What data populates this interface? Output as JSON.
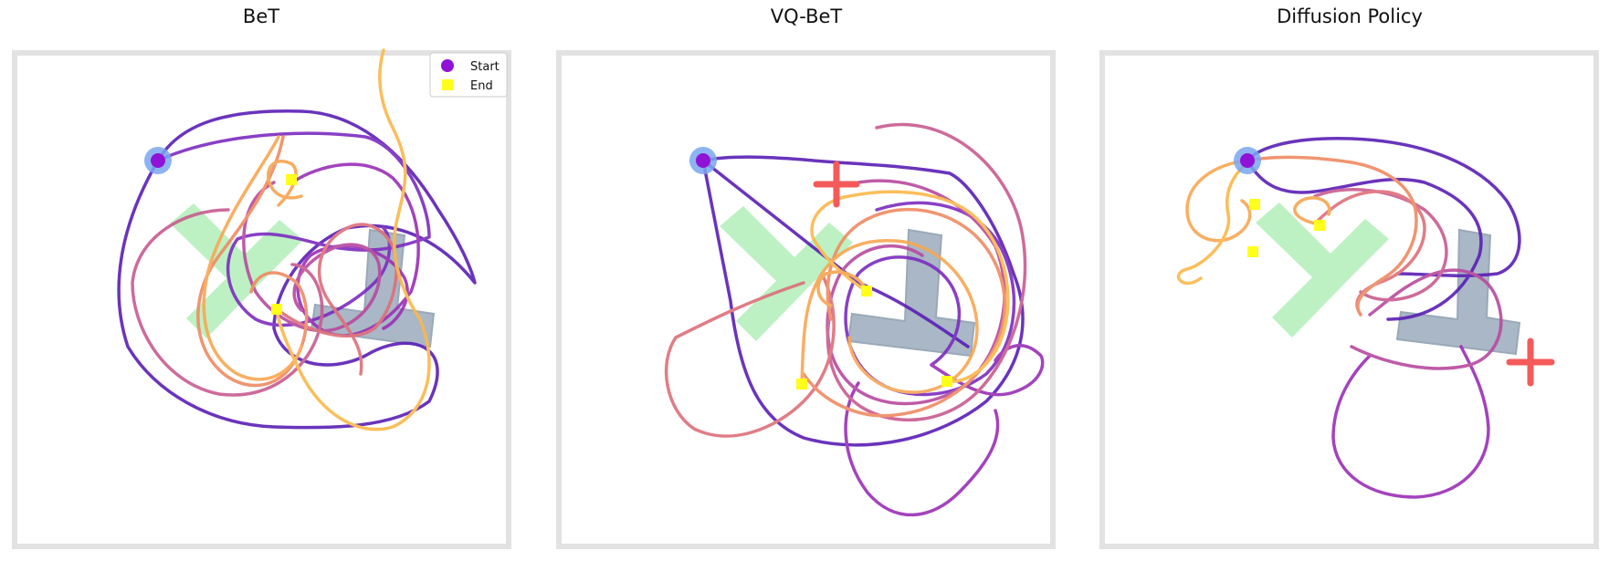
{
  "panels": [
    {
      "title": "BeT"
    },
    {
      "title": "VQ-BeT"
    },
    {
      "title": "Diffusion Policy"
    }
  ],
  "legend": {
    "start_label": "Start",
    "end_label": "End"
  },
  "colors": {
    "border": "#e2e2e2",
    "target_shape": "#b9f0c0",
    "block": "#a9b7c6",
    "start_marker": "#8f12d6",
    "start_halo": "#7aa6f0",
    "end_marker": "#ffff1a",
    "cross": "#f55a5a"
  }
}
